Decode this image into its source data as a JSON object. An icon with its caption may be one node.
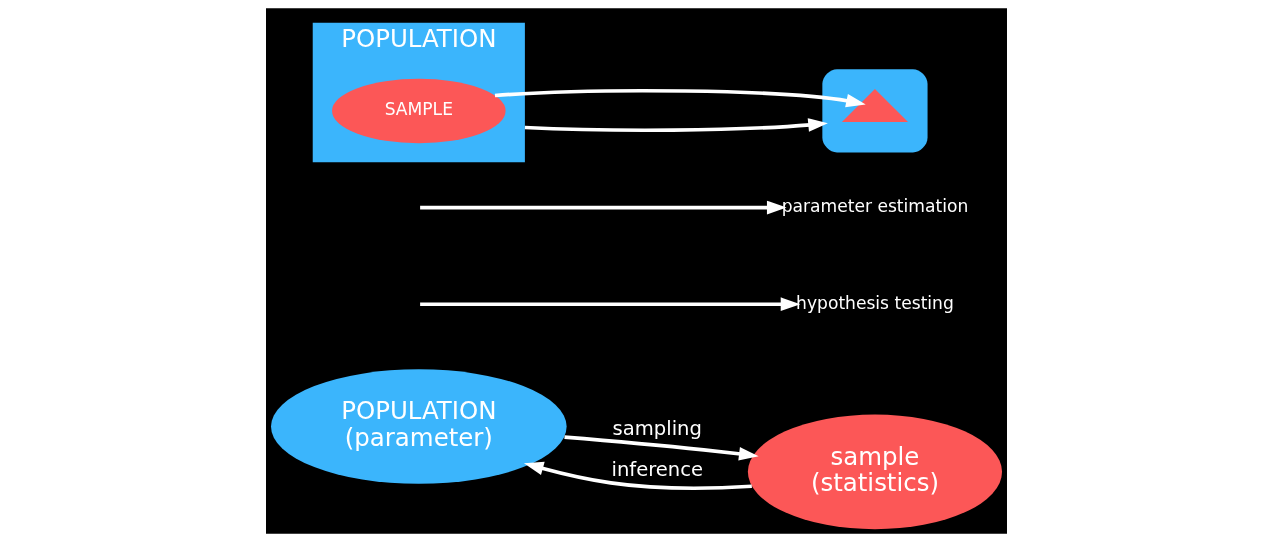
{
  "diagram": {
    "nodes": [
      {
        "text": [
          "POPULATION",
          "(parameter)"
        ]
      },
      {
        "text": [
          "sample",
          "(statistics)"
        ]
      },
      {
        "text": [
          "hypothesis testing"
        ]
      },
      {
        "text": [
          "parameter estimation"
        ]
      },
      {
        "text": [
          "POPULATION"
        ]
      },
      {
        "text": [
          "SAMPLE"
        ],
        "in": 4
      },
      {
        "text": [],
        "shape": "curve"
      },
      {
        "text": [],
        "shape": "curve",
        "in": 6
      }
    ],
    "edges": [
      {
        "from": 0,
        "to": 1,
        "arrow": "to",
        "label": "sampling"
      },
      {
        "from": 1,
        "to": 0,
        "arrow": "to",
        "label": "inference"
      },
      {
        "from": null,
        "to": 2,
        "arrow": "to"
      },
      {
        "from": null,
        "to": 3,
        "arrow": "to"
      },
      {
        "from": 4,
        "to": 6,
        "arrow": "to"
      },
      {
        "from": 5,
        "to": 7,
        "arrow": "to"
      }
    ]
  }
}
